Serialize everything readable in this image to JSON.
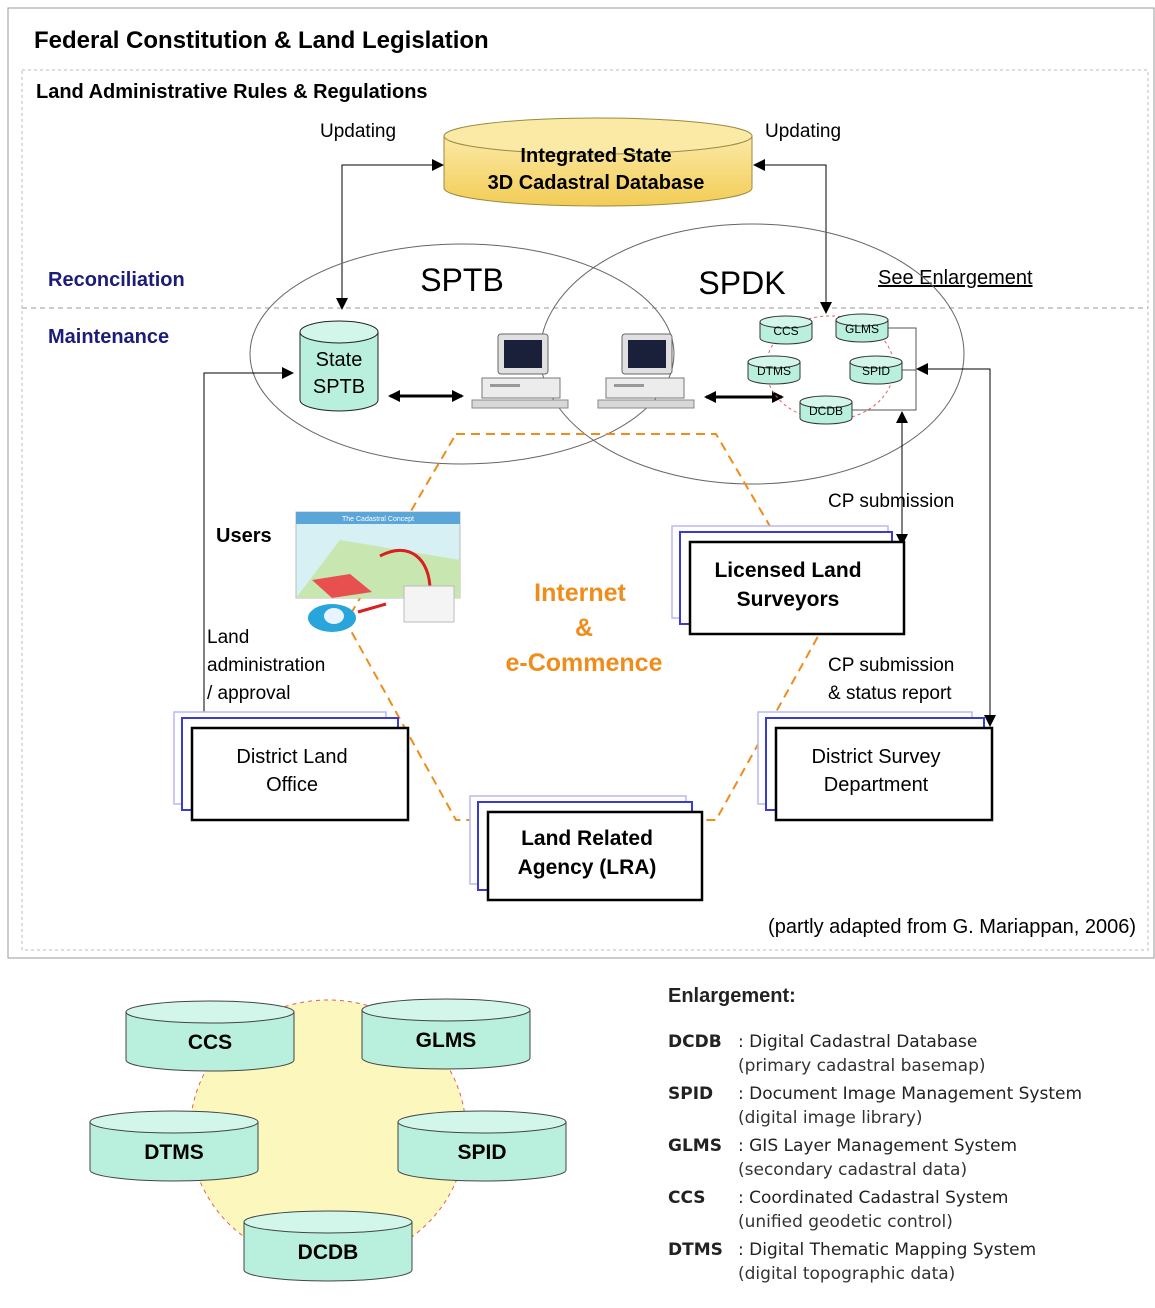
{
  "titles": {
    "constitution": "Federal Constitution & Land Legislation",
    "rules": "Land Administrative Rules & Regulations",
    "reconciliation": "Reconciliation",
    "maintenance": "Maintenance",
    "see_enlargement": "See Enlargement"
  },
  "database": {
    "line1": "Integrated State",
    "line2": "3D Cadastral Database",
    "updating_left": "Updating",
    "updating_right": "Updating"
  },
  "circles": {
    "left": "SPTB",
    "right": "SPDK"
  },
  "state_sptb": {
    "line1": "State",
    "line2": "SPTB"
  },
  "small_dbs": {
    "ccs": "CCS",
    "glms": "GLMS",
    "dtms": "DTMS",
    "spid": "SPID",
    "dcdb": "DCDB"
  },
  "center": {
    "line1": "Internet",
    "line2": "&",
    "line3": "e-Commence"
  },
  "users": "Users",
  "users_image_title": "The Cadastral Concept",
  "labels": {
    "cp_submission": "CP submission",
    "cp_submission2": "CP submission",
    "status_report": "& status report",
    "land": "Land",
    "administration": "administration",
    "approval": "/ approval"
  },
  "boxes": {
    "licensed_l1": "Licensed Land",
    "licensed_l2": "Surveyors",
    "district_land_l1": "District Land",
    "district_land_l2": "Office",
    "district_survey_l1": "District Survey",
    "district_survey_l2": "Department",
    "lra_l1": "Land Related",
    "lra_l2": "Agency (LRA)"
  },
  "credit": "(partly adapted from G. Mariappan, 2006)",
  "enlargement": {
    "dbs": {
      "ccs": "CCS",
      "glms": "GLMS",
      "dtms": "DTMS",
      "spid": "SPID",
      "dcdb": "DCDB"
    },
    "heading": "Enlargement:",
    "entries": [
      {
        "abbr": "DCDB",
        "desc": ": Digital Cadastral Database",
        "sub": "(primary cadastral basemap)"
      },
      {
        "abbr": "SPID",
        "desc": ":   Document Image Management System",
        "sub": "(digital image library)"
      },
      {
        "abbr": "GLMS",
        "desc": ": GIS Layer Management System",
        "sub": "(secondary cadastral data)"
      },
      {
        "abbr": "CCS",
        "desc": ":    Coordinated Cadastral System",
        "sub": "(unified geodetic control)"
      },
      {
        "abbr": "DTMS",
        "desc": ": Digital Thematic Mapping System",
        "sub": "(digital topographic data)"
      }
    ]
  },
  "colors": {
    "db_yellow": "#f5d76e",
    "db_teal": "#b9f0dd",
    "navy_text": "#1c1c7a",
    "orange": "#ef8c1a",
    "blue_frame": "#3b3bd0",
    "light_blue_frame": "#b9b9f0"
  }
}
